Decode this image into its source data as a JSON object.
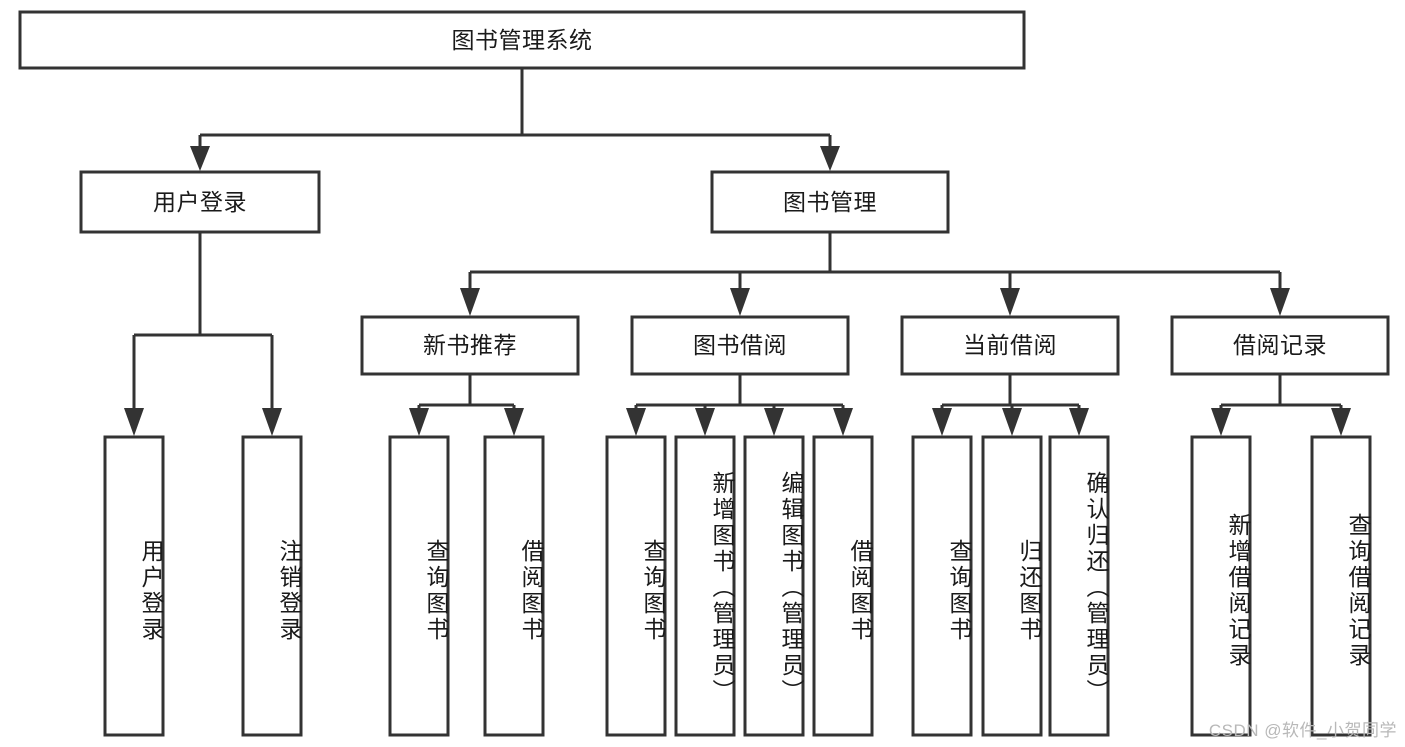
{
  "diagram": {
    "title": "图书管理系统",
    "type": "hierarchy-tree",
    "orientation": "top-down",
    "colors": {
      "box_fill": "#ffffff",
      "box_stroke": "#333333",
      "edge": "#333333",
      "text": "#1a1a1a",
      "watermark": "#b8b8b8"
    },
    "root": {
      "id": "root",
      "label": "图书管理系统"
    },
    "level2": [
      {
        "id": "user-login",
        "label": "用户登录"
      },
      {
        "id": "book-manage",
        "label": "图书管理"
      }
    ],
    "level3": [
      {
        "id": "new-book-rec",
        "label": "新书推荐",
        "parent": "book-manage"
      },
      {
        "id": "book-borrow",
        "label": "图书借阅",
        "parent": "book-manage"
      },
      {
        "id": "current-borrow",
        "label": "当前借阅",
        "parent": "book-manage"
      },
      {
        "id": "borrow-record",
        "label": "借阅记录",
        "parent": "book-manage"
      }
    ],
    "leaves": [
      {
        "id": "leaf-user-login",
        "label": "用户登录",
        "parent": "user-login"
      },
      {
        "id": "leaf-user-logout",
        "label": "注销登录",
        "parent": "user-login"
      },
      {
        "id": "leaf-query-book-1",
        "label": "查询图书",
        "parent": "new-book-rec"
      },
      {
        "id": "leaf-borrow-book-1",
        "label": "借阅图书",
        "parent": "new-book-rec"
      },
      {
        "id": "leaf-query-book-2",
        "label": "查询图书",
        "parent": "book-borrow"
      },
      {
        "id": "leaf-add-book",
        "label": "新增图书（管理员）",
        "parent": "book-borrow"
      },
      {
        "id": "leaf-edit-book",
        "label": "编辑图书（管理员）",
        "parent": "book-borrow"
      },
      {
        "id": "leaf-borrow-book-2",
        "label": "借阅图书",
        "parent": "book-borrow"
      },
      {
        "id": "leaf-query-book-3",
        "label": "查询图书",
        "parent": "current-borrow"
      },
      {
        "id": "leaf-return-book",
        "label": "归还图书",
        "parent": "current-borrow"
      },
      {
        "id": "leaf-confirm-return",
        "label": "确认归还（管理员）",
        "parent": "current-borrow"
      },
      {
        "id": "leaf-add-record",
        "label": "新增借阅记录",
        "parent": "borrow-record"
      },
      {
        "id": "leaf-query-record",
        "label": "查询借阅记录",
        "parent": "borrow-record"
      }
    ]
  },
  "watermark": {
    "text": "CSDN @软件_小贺同学"
  }
}
